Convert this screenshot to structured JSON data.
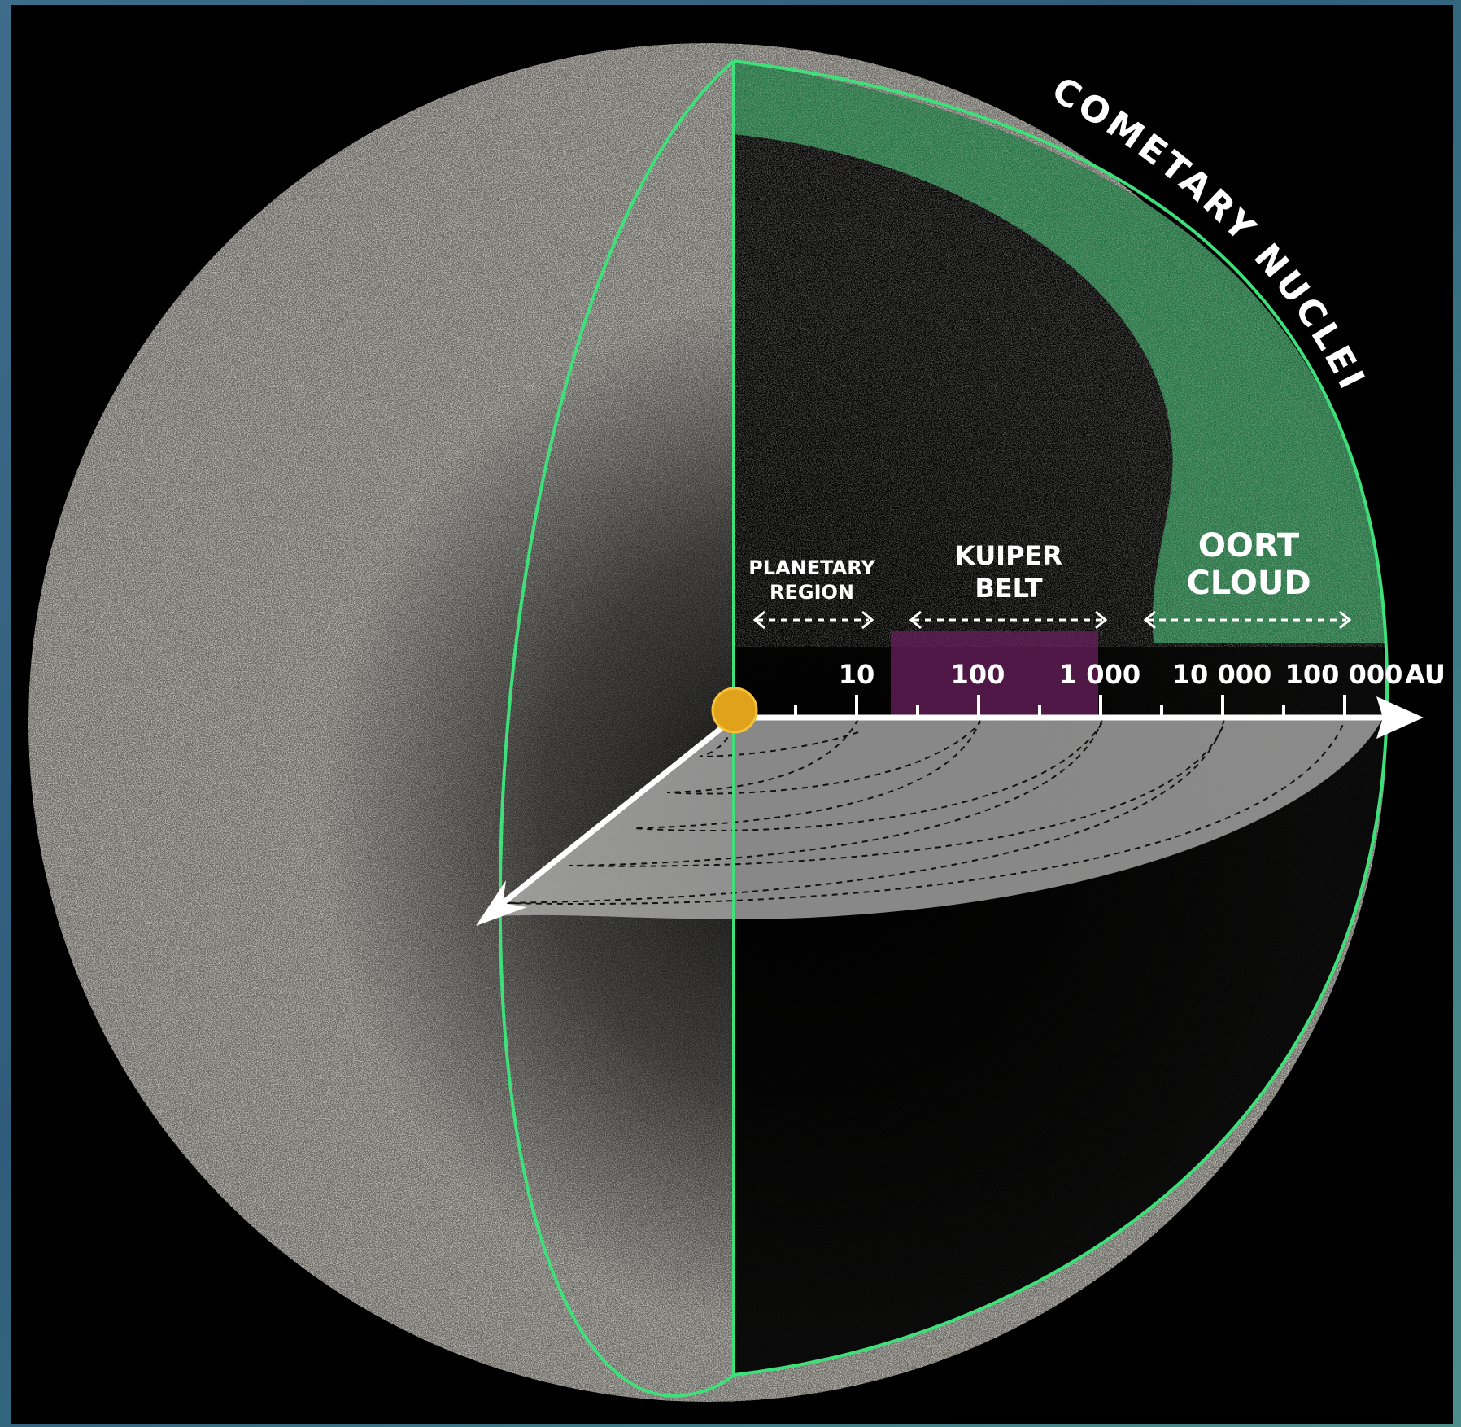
{
  "labels": {
    "cometary_nuclei": "COMETARY NUCLEI",
    "planetary_region_line1": "PLANETARY",
    "planetary_region_line2": "REGION",
    "kuiper_belt_line1": "KUIPER",
    "kuiper_belt_line2": "BELT",
    "oort_cloud_line1": "OORT",
    "oort_cloud_line2": "CLOUD"
  },
  "axis": {
    "ticks": [
      "10",
      "100",
      "1 000",
      "10 000",
      "100 000"
    ],
    "unit": "AU"
  },
  "colors": {
    "shell_outline": "#3ee07a",
    "oort_band": "#2f8a52",
    "kuiper_band": "#6a1f5c",
    "sun": "#e0a21a",
    "axis": "#ffffff"
  }
}
